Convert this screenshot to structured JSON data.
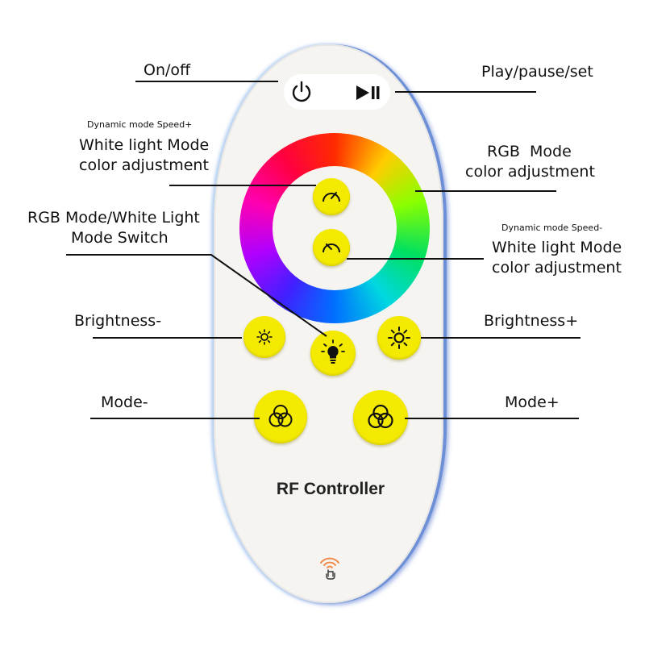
{
  "remote": {
    "brand_text": "RF Controller",
    "colors": {
      "button_yellow": "#f4ea00",
      "body": "#f5f4f1",
      "edge_blue": "#6d8fd6",
      "signal_orange": "#f28a4a"
    }
  },
  "labels": {
    "on_off": "On/off",
    "play_pause_set": "Play/pause/set",
    "speed_plus_note": "Dynamic mode Speed+",
    "white_mode_adj_left_1": "White light Mode",
    "white_mode_adj_left_2": "color adjustment",
    "rgb_mode_1": "RGB  Mode",
    "rgb_mode_2": "color adjustment",
    "mode_switch_1": "RGB Mode/White Light",
    "mode_switch_2": "Mode Switch",
    "speed_minus_note": "Dynamic mode Speed-",
    "white_mode_adj_right_1": "White light Mode",
    "white_mode_adj_right_2": "color adjustment",
    "brightness_minus": "Brightness-",
    "brightness_plus": "Brightness+",
    "mode_minus": "Mode-",
    "mode_plus": "Mode+"
  },
  "icons": [
    "power-icon",
    "play-pause-icon",
    "speed-up-gauge-icon",
    "speed-down-gauge-icon",
    "sun-small-icon",
    "bulb-icon",
    "sun-large-icon",
    "rgb-circles-icon",
    "wireless-touch-icon"
  ]
}
